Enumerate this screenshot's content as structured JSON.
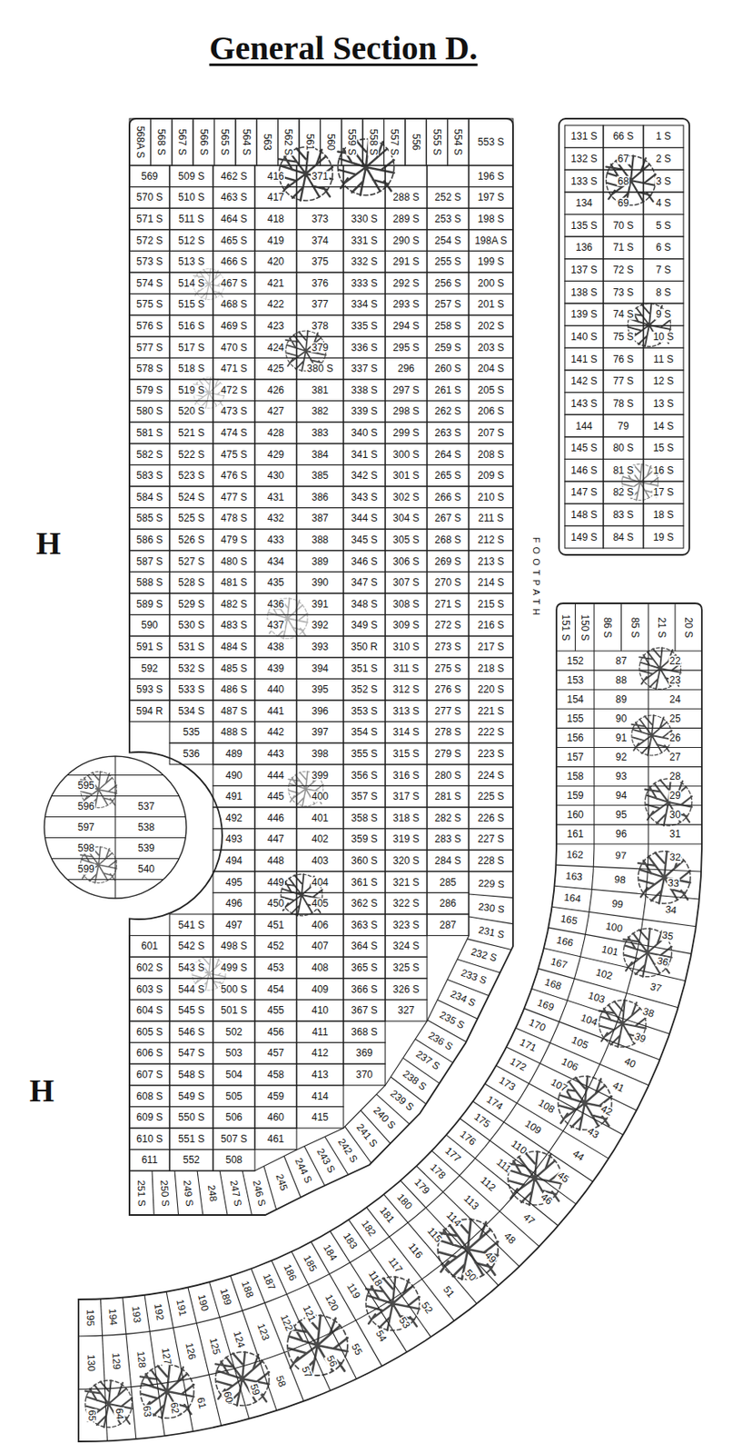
{
  "diagram": {
    "title": "General Section D.",
    "labels": [
      "568A S",
      "568 S",
      "567 S",
      "566 S",
      "565 S",
      "564 S",
      "563",
      "562 S",
      "561",
      "560",
      "559 S",
      "558 S",
      "557 S",
      "556",
      "555 S",
      "554 S",
      "553 S",
      "569",
      "570 S",
      "571 S",
      "572 S",
      "573 S",
      "574 S",
      "575 S",
      "576 S",
      "577 S",
      "578 S",
      "579 S",
      "580 S",
      "581 S",
      "582 S",
      "583 S",
      "584 S",
      "585 S",
      "586 S",
      "587 S",
      "588 S",
      "589 S",
      "590",
      "591 S",
      "592",
      "593 S",
      "594 R",
      "601",
      "602 S",
      "603 S",
      "604 S",
      "605 S",
      "606 S",
      "607 S",
      "608 S",
      "609 S",
      "610 S",
      "611",
      "509 S",
      "510 S",
      "511 S",
      "512 S",
      "513 S",
      "514 S",
      "515 S",
      "516 S",
      "517 S",
      "518 S",
      "519 S",
      "520 S",
      "521 S",
      "522 S",
      "523 S",
      "524 S",
      "525 S",
      "526 S",
      "527 S",
      "528 S",
      "529 S",
      "530 S",
      "531 S",
      "532 S",
      "533 S",
      "534 S",
      "535",
      "536",
      "541 S",
      "542 S",
      "543 S",
      "544 S",
      "545 S",
      "546 S",
      "547 S",
      "548 S",
      "549 S",
      "550 S",
      "551 S",
      "552",
      "462 S",
      "463 S",
      "464 S",
      "465 S",
      "466 S",
      "467 S",
      "468 S",
      "469 S",
      "470 S",
      "471 S",
      "472 S",
      "473 S",
      "474 S",
      "475 S",
      "476 S",
      "477 S",
      "478 S",
      "479 S",
      "480 S",
      "481 S",
      "482 S",
      "483 S",
      "484 S",
      "485 S",
      "486 S",
      "487 S",
      "488 S",
      "489",
      "490",
      "491",
      "492",
      "493",
      "494",
      "495",
      "496",
      "497",
      "498 S",
      "499 S",
      "500 S",
      "501 S",
      "502",
      "503",
      "504",
      "505",
      "506",
      "507 S",
      "508",
      "416",
      "417",
      "418",
      "419",
      "420",
      "421",
      "422",
      "423",
      "424",
      "425",
      "426",
      "427",
      "428",
      "429",
      "430",
      "431",
      "432",
      "433",
      "434",
      "435",
      "436",
      "437",
      "438",
      "439",
      "440",
      "441",
      "442",
      "443",
      "444",
      "445",
      "446",
      "447",
      "448",
      "449",
      "450",
      "451",
      "452",
      "453",
      "454",
      "455",
      "456",
      "457",
      "458",
      "459",
      "460",
      "461",
      "371",
      "373",
      "374",
      "375",
      "376",
      "377",
      "378",
      "379",
      "380 S",
      "381",
      "382",
      "383",
      "384",
      "385",
      "386",
      "387",
      "388",
      "389",
      "390",
      "391",
      "392",
      "393",
      "394",
      "395",
      "396",
      "397",
      "398",
      "399",
      "400",
      "401",
      "402",
      "403",
      "404",
      "405",
      "406",
      "407",
      "408",
      "409",
      "410",
      "411",
      "412",
      "413",
      "414",
      "415",
      "330 S",
      "331 S",
      "332 S",
      "333 S",
      "334 S",
      "335 S",
      "336 S",
      "337 S",
      "338 S",
      "339 S",
      "340 S",
      "341 S",
      "342 S",
      "343 S",
      "344 S",
      "345 S",
      "346 S",
      "347 S",
      "348 S",
      "349 S",
      "350 R",
      "351 S",
      "352 S",
      "353 S",
      "354 S",
      "355 S",
      "356 S",
      "357 S",
      "358 S",
      "359 S",
      "360 S",
      "361 S",
      "362 S",
      "363 S",
      "364 S",
      "365 S",
      "366 S",
      "367 S",
      "368 S",
      "369",
      "370",
      "288 S",
      "289 S",
      "290 S",
      "291 S",
      "292 S",
      "293 S",
      "294 S",
      "295 S",
      "296",
      "297 S",
      "298 S",
      "299 S",
      "300 S",
      "301 S",
      "302 S",
      "304 S",
      "305 S",
      "306 S",
      "307 S",
      "308 S",
      "309 S",
      "310 S",
      "311 S",
      "312 S",
      "313 S",
      "314 S",
      "315 S",
      "316 S",
      "317 S",
      "318 S",
      "319 S",
      "320 S",
      "321 S",
      "322 S",
      "323 S",
      "324 S",
      "325 S",
      "326 S",
      "327",
      "252 S",
      "253 S",
      "254 S",
      "255 S",
      "256 S",
      "257 S",
      "258 S",
      "259 S",
      "260 S",
      "261 S",
      "262 S",
      "263 S",
      "264 S",
      "265 S",
      "266 S",
      "267 S",
      "268 S",
      "269 S",
      "270 S",
      "271 S",
      "272 S",
      "273 S",
      "275 S",
      "276 S",
      "277 S",
      "278 S",
      "279 S",
      "280 S",
      "281 S",
      "282 S",
      "283 S",
      "284 S",
      "285",
      "286",
      "287",
      "196 S",
      "197 S",
      "198 S",
      "198A S",
      "199 S",
      "200 S",
      "201 S",
      "202 S",
      "203 S",
      "204 S",
      "205 S",
      "206 S",
      "207 S",
      "208 S",
      "209 S",
      "210 S",
      "211 S",
      "212 S",
      "213 S",
      "214 S",
      "215 S",
      "216 S",
      "217 S",
      "218 S",
      "220 S",
      "221 S",
      "222 S",
      "223 S",
      "224 S",
      "225 S",
      "226 S",
      "227 S",
      "228 S",
      "229 S",
      "230 S",
      "231 S",
      "232 S",
      "233 S",
      "234 S",
      "235 S",
      "236 S",
      "237 S",
      "238 S",
      "239 S",
      "240 S",
      "241 S",
      "242 S",
      "243 S",
      "244 S",
      "245",
      "246 S",
      "247 S",
      "248",
      "249 S",
      "250 S",
      "251 S",
      "131 S",
      "132 S",
      "133 S",
      "134",
      "135 S",
      "136",
      "137 S",
      "138 S",
      "139 S",
      "140 S",
      "141 S",
      "142 S",
      "143 S",
      "144",
      "145 S",
      "146 S",
      "147 S",
      "148 S",
      "149 S",
      "66 S",
      "67",
      "68",
      "69",
      "70 S",
      "71 S",
      "72 S",
      "73 S",
      "74 S",
      "75 S",
      "76 S",
      "77 S",
      "78 S",
      "79",
      "80 S",
      "81 S",
      "82 S",
      "83 S",
      "84 S",
      "1 S",
      "2 S",
      "3 S",
      "4 S",
      "5 S",
      "6 S",
      "7 S",
      "8 S",
      "9 S",
      "10 S",
      "11 S",
      "12 S",
      "13 S",
      "14 S",
      "15 S",
      "16 S",
      "17 S",
      "18 S",
      "19 S",
      "151 S",
      "150 S",
      "86 S",
      "85 S",
      "21 S",
      "20 S",
      "152",
      "153",
      "154",
      "155",
      "156",
      "157",
      "158",
      "159",
      "160",
      "161",
      "162",
      "163",
      "164",
      "165",
      "166",
      "167",
      "168",
      "169",
      "170",
      "171",
      "172",
      "173",
      "174",
      "175",
      "176",
      "177",
      "178",
      "179",
      "180",
      "181",
      "182",
      "183",
      "184",
      "185",
      "186",
      "187",
      "188",
      "189",
      "190",
      "191",
      "192",
      "193",
      "194",
      "195",
      "87",
      "88",
      "89",
      "90",
      "91",
      "92",
      "93",
      "94",
      "95",
      "96",
      "97",
      "98",
      "99",
      "100",
      "101",
      "102",
      "103",
      "104",
      "105",
      "106",
      "107",
      "108",
      "109",
      "110",
      "111",
      "112",
      "113",
      "114",
      "115",
      "116",
      "117",
      "118",
      "119",
      "120",
      "121",
      "122",
      "123",
      "124",
      "125",
      "126",
      "127",
      "128",
      "129",
      "130",
      "22",
      "23",
      "24",
      "25",
      "26",
      "27",
      "28",
      "29",
      "30",
      "31",
      "32",
      "33",
      "34",
      "35",
      "36",
      "37",
      "38",
      "39",
      "40",
      "41",
      "42",
      "43",
      "44",
      "45",
      "46",
      "47",
      "48",
      "49",
      "50",
      "51",
      "52",
      "53",
      "54",
      "55",
      "56",
      "57",
      "58",
      "59",
      "60",
      "61",
      "62",
      "63",
      "64",
      "65",
      "595",
      "596",
      "597",
      "598",
      "599",
      "537",
      "538",
      "539",
      "540",
      "H",
      "H",
      "FOOTPATH"
    ]
  }
}
